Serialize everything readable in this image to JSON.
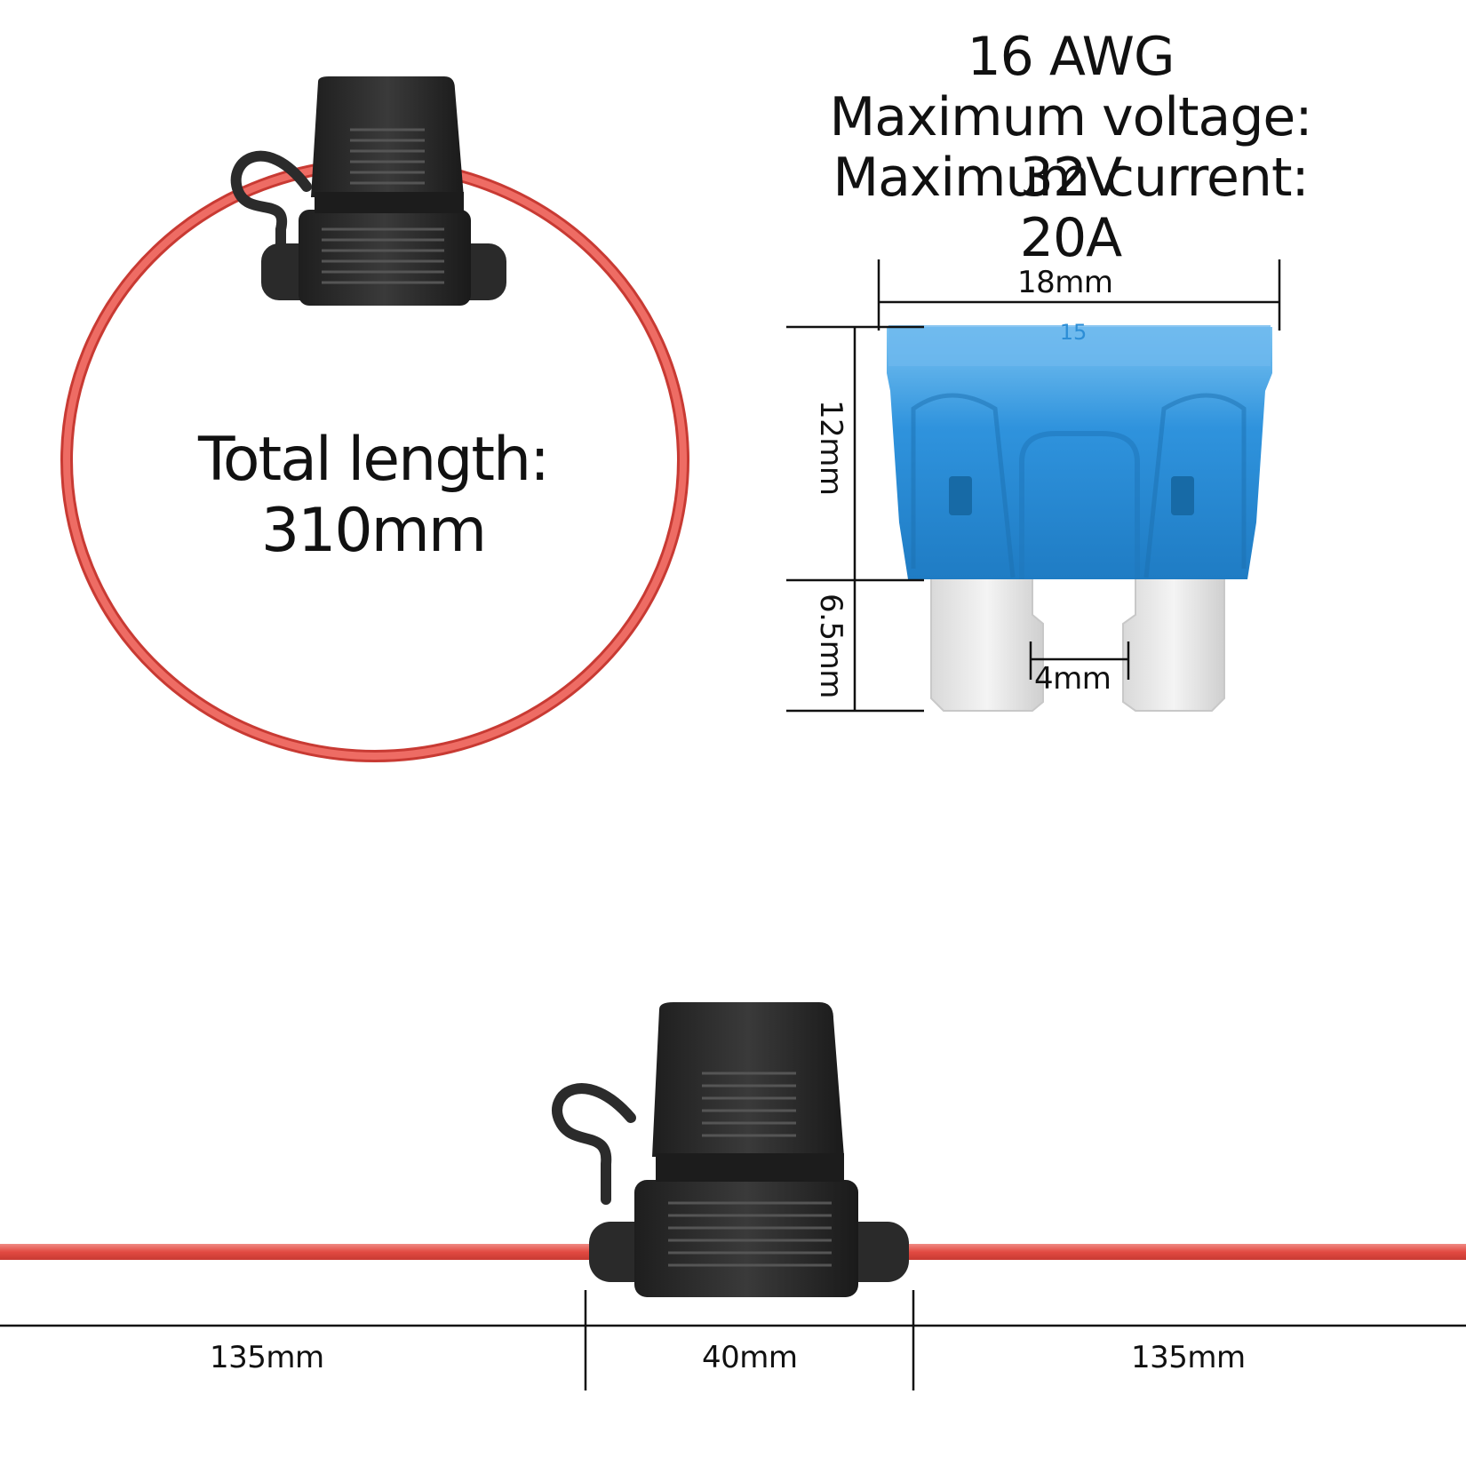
{
  "specs": {
    "gauge": "16 AWG",
    "voltage": "Maximum voltage: 32V",
    "current": "Maximum current: 20A"
  },
  "loop": {
    "line1": "Total length:",
    "line2": "310mm"
  },
  "fuse": {
    "width": "18mm",
    "body_height": "12mm",
    "blade_height": "6.5mm",
    "blade_gap": "4mm",
    "rating_mark": "15",
    "body_color": "#3a9be0"
  },
  "harness": {
    "left_length": "135mm",
    "holder_length": "40mm",
    "right_length": "135mm"
  },
  "colors": {
    "wire": "#e8574f",
    "holder": "#2b2b2b",
    "dimension_line": "#111111"
  }
}
